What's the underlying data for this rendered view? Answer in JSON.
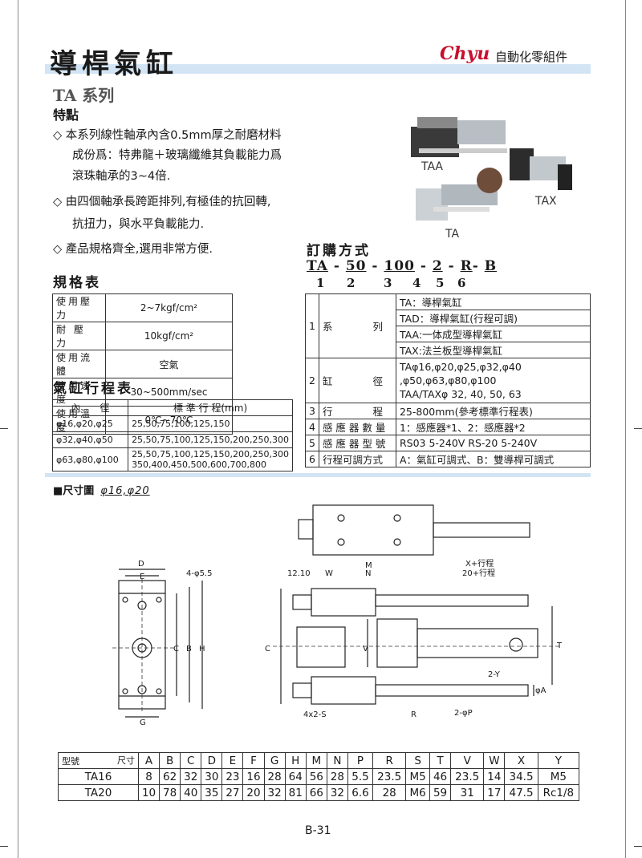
{
  "title": "導桿氣缸",
  "brand": {
    "logo": "Chyu",
    "subtitle": "自動化零組件"
  },
  "series": "TA 系列",
  "features_heading": "特點",
  "features": [
    {
      "line1": "◇ 本系列線性軸承內含0.5mm厚之耐磨材料",
      "line2": "成份爲：特弗龍＋玻璃纖維其負載能力爲",
      "line3": "滾珠軸承的3~4倍."
    },
    {
      "line1": "◇ 由四個軸承長跨距排列,有極佳的抗回轉,",
      "line2": "抗扭力，與水平負載能力."
    },
    {
      "line1": "◇ 產品規格齊全,選用非常方便."
    }
  ],
  "product_labels": {
    "taa": "TAA",
    "tax": "TAX",
    "ta": "TA"
  },
  "spec_heading": "規格表",
  "spec_table": [
    {
      "k": "使用壓力",
      "v": "2~7kgf/cm²"
    },
    {
      "k": "耐 壓 力",
      "v": "10kgf/cm²"
    },
    {
      "k": "使用流體",
      "v": "空氣"
    },
    {
      "k": "使用速度",
      "v": "30~500mm/sec"
    },
    {
      "k": "使用溫度",
      "v": "0℃~70℃"
    }
  ],
  "stroke_heading": "氣缸行程表",
  "stroke_table": {
    "headers": [
      "內　　徑",
      "標 準 行 程(mm)"
    ],
    "rows": [
      {
        "bore": "φ16,φ20,φ25",
        "stroke": "25,50,75,100,125,150"
      },
      {
        "bore": "φ32,φ40,φ50",
        "stroke": "25,50,75,100,125,150,200,250,300"
      },
      {
        "bore": "φ63,φ80,φ100",
        "stroke": "25,50,75,100,125,150,200,250,300",
        "stroke2": "350,400,450,500,600,700,800"
      }
    ]
  },
  "order_heading": "訂購方式",
  "order_code": {
    "parts": [
      "TA",
      "50",
      "100",
      "2",
      "R",
      "B"
    ],
    "numbers": [
      "1",
      "2",
      "3",
      "4",
      "5",
      "6"
    ]
  },
  "order_table": [
    {
      "n": "1",
      "name": "系　　　　列",
      "lines": [
        "TA：導桿氣缸",
        "TAD：導桿氣缸(行程可調)",
        "TAA:一体成型導桿氣缸",
        "TAX:法兰板型導桿氣缸"
      ]
    },
    {
      "n": "2",
      "name": "缸　　　　徑",
      "lines": [
        "TAφ16,φ20,φ25,φ32,φ40",
        ",φ50,φ63,φ80,φ100",
        "TAA/TAXφ 32,  40,  50,  63"
      ]
    },
    {
      "n": "3",
      "name": "行　　　　程",
      "lines": [
        "25-800mm(參考標準行程表)"
      ]
    },
    {
      "n": "4",
      "name": "感 應 器 數 量",
      "lines": [
        "1：感應器*1、2：感應器*2"
      ]
    },
    {
      "n": "5",
      "name": "感 應 器 型 號",
      "lines": [
        "RS03 5-240V  RS-20 5-240V"
      ]
    },
    {
      "n": "6",
      "name": "行程可調方式",
      "lines": [
        "A：氣缸可調式、B：雙導桿可調式"
      ]
    }
  ],
  "dim_heading": "■尺寸圖",
  "dim_sizes": "φ16,φ20",
  "drawing_labels": {
    "D": "D",
    "E": "E",
    "holes": "4-φ5.5",
    "G": "G",
    "C": "C",
    "B": "B",
    "H": "H",
    "M": "M",
    "N": "N",
    "W": "W",
    "w1": "12.10",
    "X": "X+行程",
    "X2": "20+行程",
    "T": "T",
    "Y": "2-Y",
    "A": "φA",
    "S": "4x2-S",
    "R": "R",
    "P": "2-φP",
    "V": "V",
    "C2": "C"
  },
  "dim_table": {
    "corner_top": "尺寸",
    "corner_bottom": "型號",
    "headers": [
      "A",
      "B",
      "C",
      "D",
      "E",
      "F",
      "G",
      "H",
      "M",
      "N",
      "P",
      "R",
      "S",
      "T",
      "V",
      "W",
      "X",
      "Y"
    ],
    "rows": [
      {
        "name": "TA16",
        "values": [
          "8",
          "62",
          "32",
          "30",
          "23",
          "16",
          "28",
          "64",
          "56",
          "28",
          "5.5",
          "23.5",
          "M5",
          "46",
          "23.5",
          "14",
          "34.5",
          "M5"
        ]
      },
      {
        "name": "TA20",
        "values": [
          "10",
          "78",
          "40",
          "35",
          "27",
          "20",
          "32",
          "81",
          "66",
          "32",
          "6.6",
          "28",
          "M6",
          "59",
          "31",
          "17",
          "47.5",
          "Rc1/8"
        ]
      }
    ]
  },
  "page_number": "B-31"
}
